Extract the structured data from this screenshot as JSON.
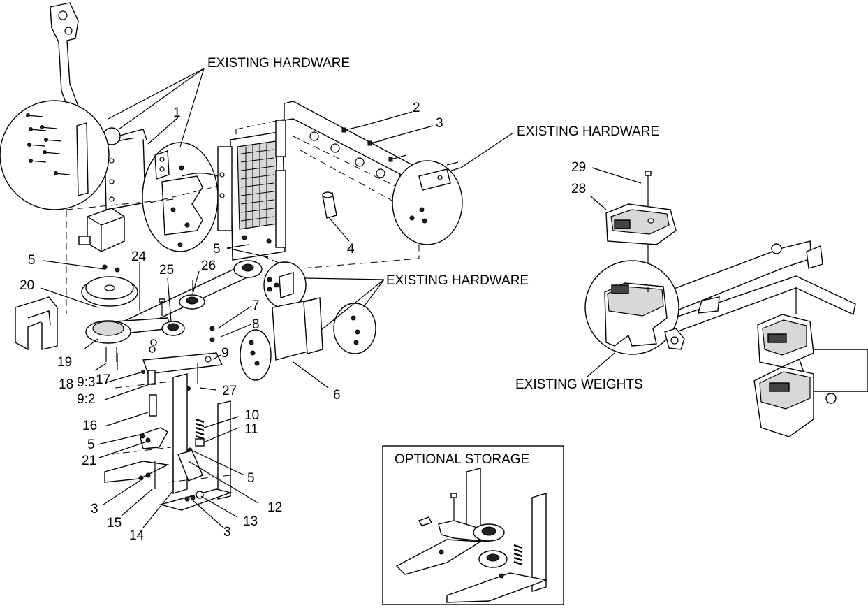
{
  "callouts": {
    "existing_hardware_top": "EXISTING HARDWARE",
    "existing_hardware_right": "EXISTING HARDWARE",
    "existing_hardware_mid": "EXISTING HARDWARE",
    "existing_weights": "EXISTING WEIGHTS",
    "optional_storage": "OPTIONAL STORAGE"
  },
  "part_labels": [
    "1",
    "2",
    "3",
    "4",
    "5",
    "5",
    "5",
    "5",
    "6",
    "7",
    "8",
    "9",
    "9:3",
    "9:2",
    "10",
    "11",
    "12",
    "13",
    "14",
    "15",
    "16",
    "17",
    "18",
    "19",
    "20",
    "21",
    "24",
    "25",
    "26",
    "27",
    "28",
    "29",
    "3",
    "3"
  ]
}
